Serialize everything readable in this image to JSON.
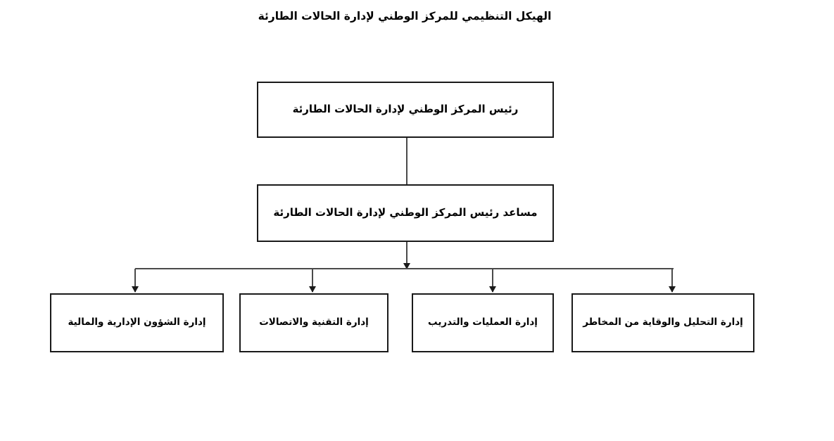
{
  "document": {
    "title": "الهيكل التنظيمي للمركز الوطني لإدارة الحالات الطارئة",
    "direction": "rtl",
    "language": "ar",
    "background_color": "#ffffff",
    "box_border_color": "#1a1a1a",
    "connector_color": "#4a4a4a",
    "text_color": "#000000"
  },
  "chart_data": {
    "type": "diagram",
    "diagram_type": "organizational-chart",
    "title": "الهيكل التنظيمي للمركز الوطني لإدارة الحالات الطارئة",
    "orientation": "top-down",
    "levels": 3,
    "nodes": [
      {
        "id": "head",
        "level": 1,
        "label": "رئيس المركز الوطني لإدارة الحالات الطارئة",
        "parent": null
      },
      {
        "id": "deputy",
        "level": 2,
        "label": "مساعد رئيس المركز الوطني لإدارة الحالات الطارئة",
        "parent": "head"
      },
      {
        "id": "risk-analysis",
        "level": 3,
        "label": "إدارة التحليل والوقاية من المخاطر",
        "parent": "deputy"
      },
      {
        "id": "ops-training",
        "level": 3,
        "label": "إدارة العمليات والتدريب",
        "parent": "deputy"
      },
      {
        "id": "tech-comms",
        "level": 3,
        "label": "إدارة التقنية والاتصالات",
        "parent": "deputy"
      },
      {
        "id": "admin-finance",
        "level": 3,
        "label": "إدارة الشؤون الإدارية والمالية",
        "parent": "deputy"
      }
    ],
    "edges": [
      {
        "from": "head",
        "to": "deputy",
        "style": "line"
      },
      {
        "from": "deputy",
        "to": "risk-analysis",
        "style": "arrow"
      },
      {
        "from": "deputy",
        "to": "ops-training",
        "style": "arrow"
      },
      {
        "from": "deputy",
        "to": "tech-comms",
        "style": "arrow"
      },
      {
        "from": "deputy",
        "to": "admin-finance",
        "style": "arrow"
      }
    ]
  }
}
